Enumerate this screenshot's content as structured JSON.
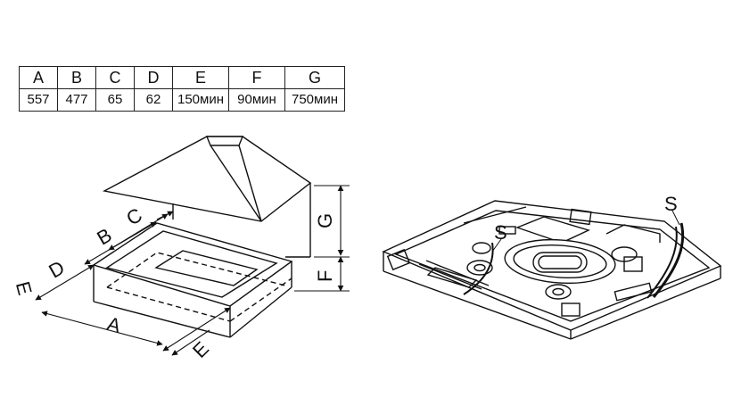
{
  "table": {
    "headers": [
      "A",
      "B",
      "C",
      "D",
      "E",
      "F",
      "G"
    ],
    "values": [
      "557",
      "477",
      "65",
      "62",
      "150мин",
      "90мин",
      "750мин"
    ]
  },
  "hood_diagram": {
    "labels": {
      "a": "A",
      "b": "B",
      "c": "C",
      "d": "D",
      "e_left": "E",
      "e_right": "E",
      "f": "F",
      "g": "G"
    }
  },
  "hob_diagram": {
    "labels": {
      "s_left": "S",
      "s_right": "S"
    }
  }
}
